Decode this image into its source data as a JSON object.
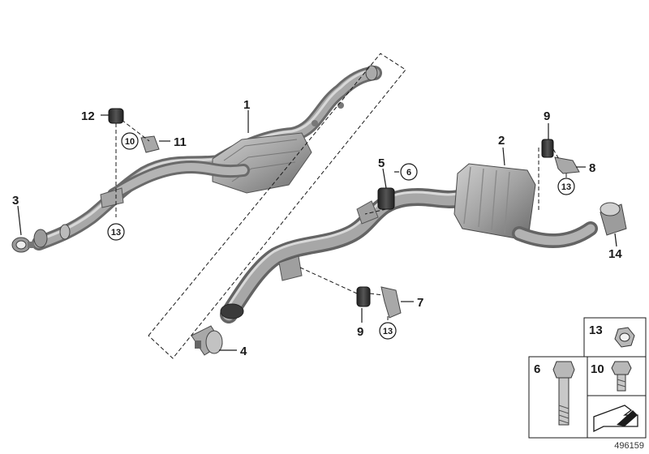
{
  "diagram": {
    "colors": {
      "pipe": "#8c8c8c",
      "pipe_dark": "#5e5e5e",
      "pipe_light": "#c4c4c4",
      "line": "#1a1a1a"
    },
    "callouts": {
      "c1": "1",
      "c2": "2",
      "c3": "3",
      "c4": "4",
      "c5": "5",
      "c6": "6",
      "c7": "7",
      "c8": "8",
      "c9a": "9",
      "c9b": "9",
      "c10": "10",
      "c11": "11",
      "c12": "12",
      "c13a": "13",
      "c13b": "13",
      "c13c": "13",
      "c14": "14"
    },
    "legend": {
      "nut_label": "13",
      "bolt_long_label": "6",
      "bolt_short_label": "10"
    },
    "document_id": "496159"
  }
}
